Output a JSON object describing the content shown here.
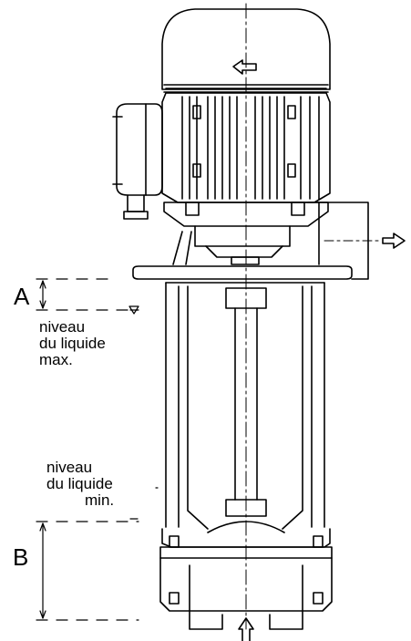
{
  "labels": {
    "a": "A",
    "b": "B",
    "max_line1": "niveau",
    "max_line2": "du liquide",
    "max_line3": "max.",
    "min_line1": "niveau",
    "min_line2": "du liquide",
    "min_line3": "min."
  },
  "colors": {
    "line": "#000000",
    "background": "#ffffff"
  }
}
